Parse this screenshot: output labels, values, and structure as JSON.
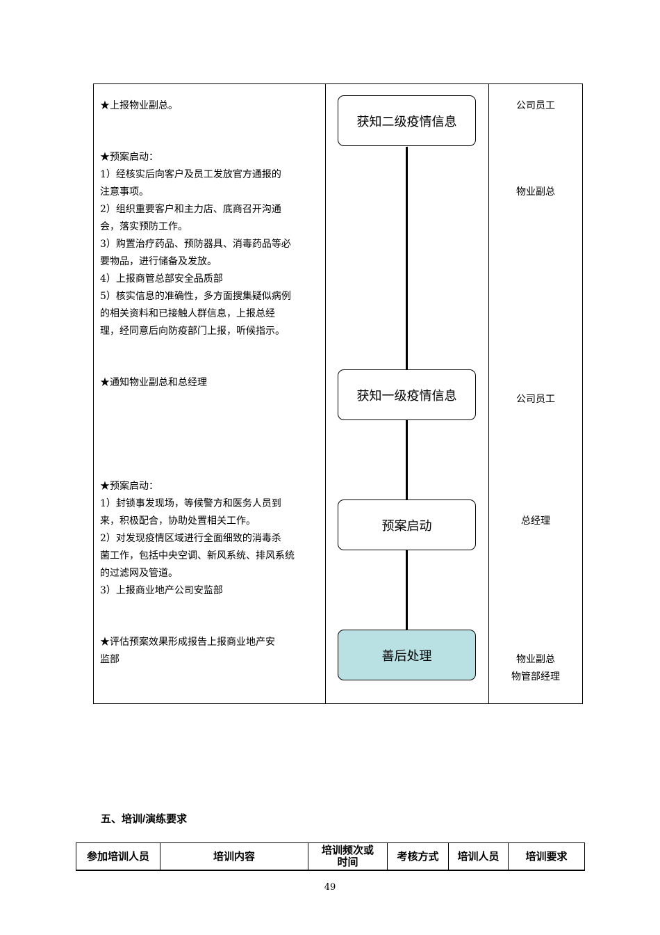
{
  "flow": {
    "left": [
      {
        "lines": [
          "★上报物业副总。"
        ]
      },
      {
        "lines": [
          "★预案启动：",
          "1）经核实后向客户及员工发放官方通报的",
          "注意事项。",
          "2）组织重要客户和主力店、底商召开沟通",
          "会，落实预防工作。",
          "3）购置治疗药品、预防器具、消毒药品等必",
          "要物品，进行储备及发放。",
          "4）上报商管总部安全品质部",
          "5）核实信息的准确性，多方面搜集疑似病例",
          "的相关资料和已接触人群信息，上报总经",
          "理，经同意后向防疫部门上报，听候指示。"
        ]
      },
      {
        "lines": [
          "★通知物业副总和总经理"
        ]
      },
      {
        "lines": [
          "★预案启动：",
          "1）封锁事发现场，等候警方和医务人员到",
          "来，积极配合，协助处置相关工作。",
          "2）对发现疫情区域进行全面细致的消毒杀",
          "菌工作，包括中央空调、新风系统、排风系统",
          "的过滤网及管道。",
          "3）上报商业地产公司安监部"
        ]
      },
      {
        "lines": [
          "★评估预案效果形成报告上报商业地产安",
          "监部"
        ]
      }
    ],
    "boxes": [
      "获知二级疫情信息",
      "获知一级疫情信息",
      "预案启动",
      "善后处理"
    ],
    "right": [
      {
        "lines": [
          "公司员工"
        ]
      },
      {
        "lines": [
          "物业副总"
        ]
      },
      {
        "lines": [
          "公司员工"
        ]
      },
      {
        "lines": [
          "总经理"
        ]
      },
      {
        "lines": [
          "物业副总",
          "物管部经理"
        ]
      }
    ],
    "final_box_color": "#b9e0e2"
  },
  "section": {
    "title": "五、培训/演练要求"
  },
  "training_table": {
    "headers": [
      "参加培训人员",
      "培训内容",
      "培训频次或时间",
      "考核方式",
      "培训人员",
      "培训要求"
    ]
  },
  "page_number": "49"
}
